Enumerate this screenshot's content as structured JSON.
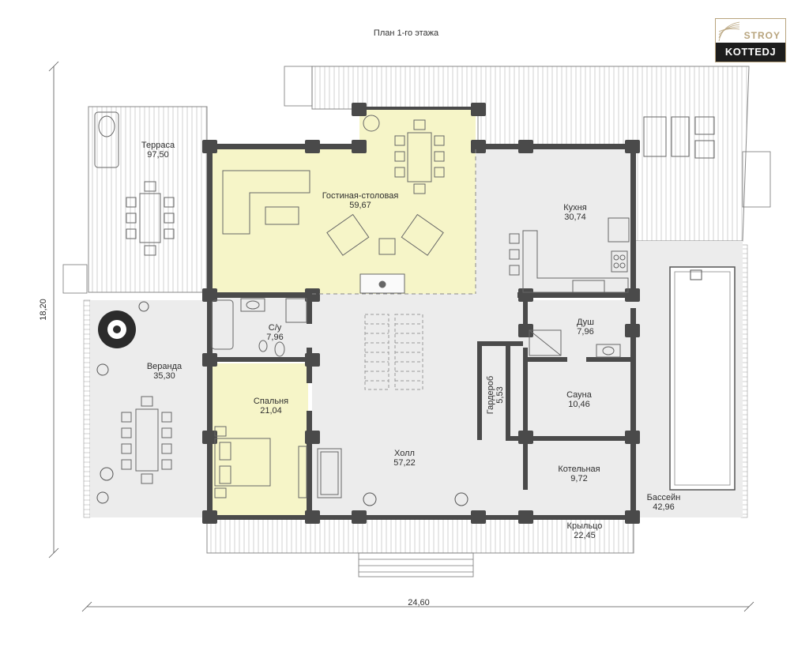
{
  "title": "План 1-го этажа",
  "logo": {
    "top": "STROY",
    "bottom": "KOTTEDJ"
  },
  "dimensions": {
    "width": "24,60",
    "height": "18,20"
  },
  "rooms": [
    {
      "id": "terrace",
      "name": "Терраса",
      "area": "97,50"
    },
    {
      "id": "living",
      "name": "Гостиная-столовая",
      "area": "59,67"
    },
    {
      "id": "kitchen",
      "name": "Кухня",
      "area": "30,74"
    },
    {
      "id": "wc",
      "name": "С/у",
      "area": "7,96"
    },
    {
      "id": "veranda",
      "name": "Веранда",
      "area": "35,30"
    },
    {
      "id": "shower",
      "name": "Душ",
      "area": "7,96"
    },
    {
      "id": "bedroom",
      "name": "Спальня",
      "area": "21,04"
    },
    {
      "id": "wardrobe",
      "name": "Гардероб",
      "area": "5,53"
    },
    {
      "id": "sauna",
      "name": "Сауна",
      "area": "10,46"
    },
    {
      "id": "hall",
      "name": "Холл",
      "area": "57,22"
    },
    {
      "id": "boiler",
      "name": "Котельная",
      "area": "9,72"
    },
    {
      "id": "pool",
      "name": "Бассейн",
      "area": "42,96"
    },
    {
      "id": "porch",
      "name": "Крыльцо",
      "area": "22,45"
    }
  ],
  "colors": {
    "wall": "#4a4a4a",
    "floor": "#ececec",
    "highlight": "#f6f5c8",
    "deck_line": "#b9b9b9",
    "logo_gold": "#b8a47d"
  }
}
